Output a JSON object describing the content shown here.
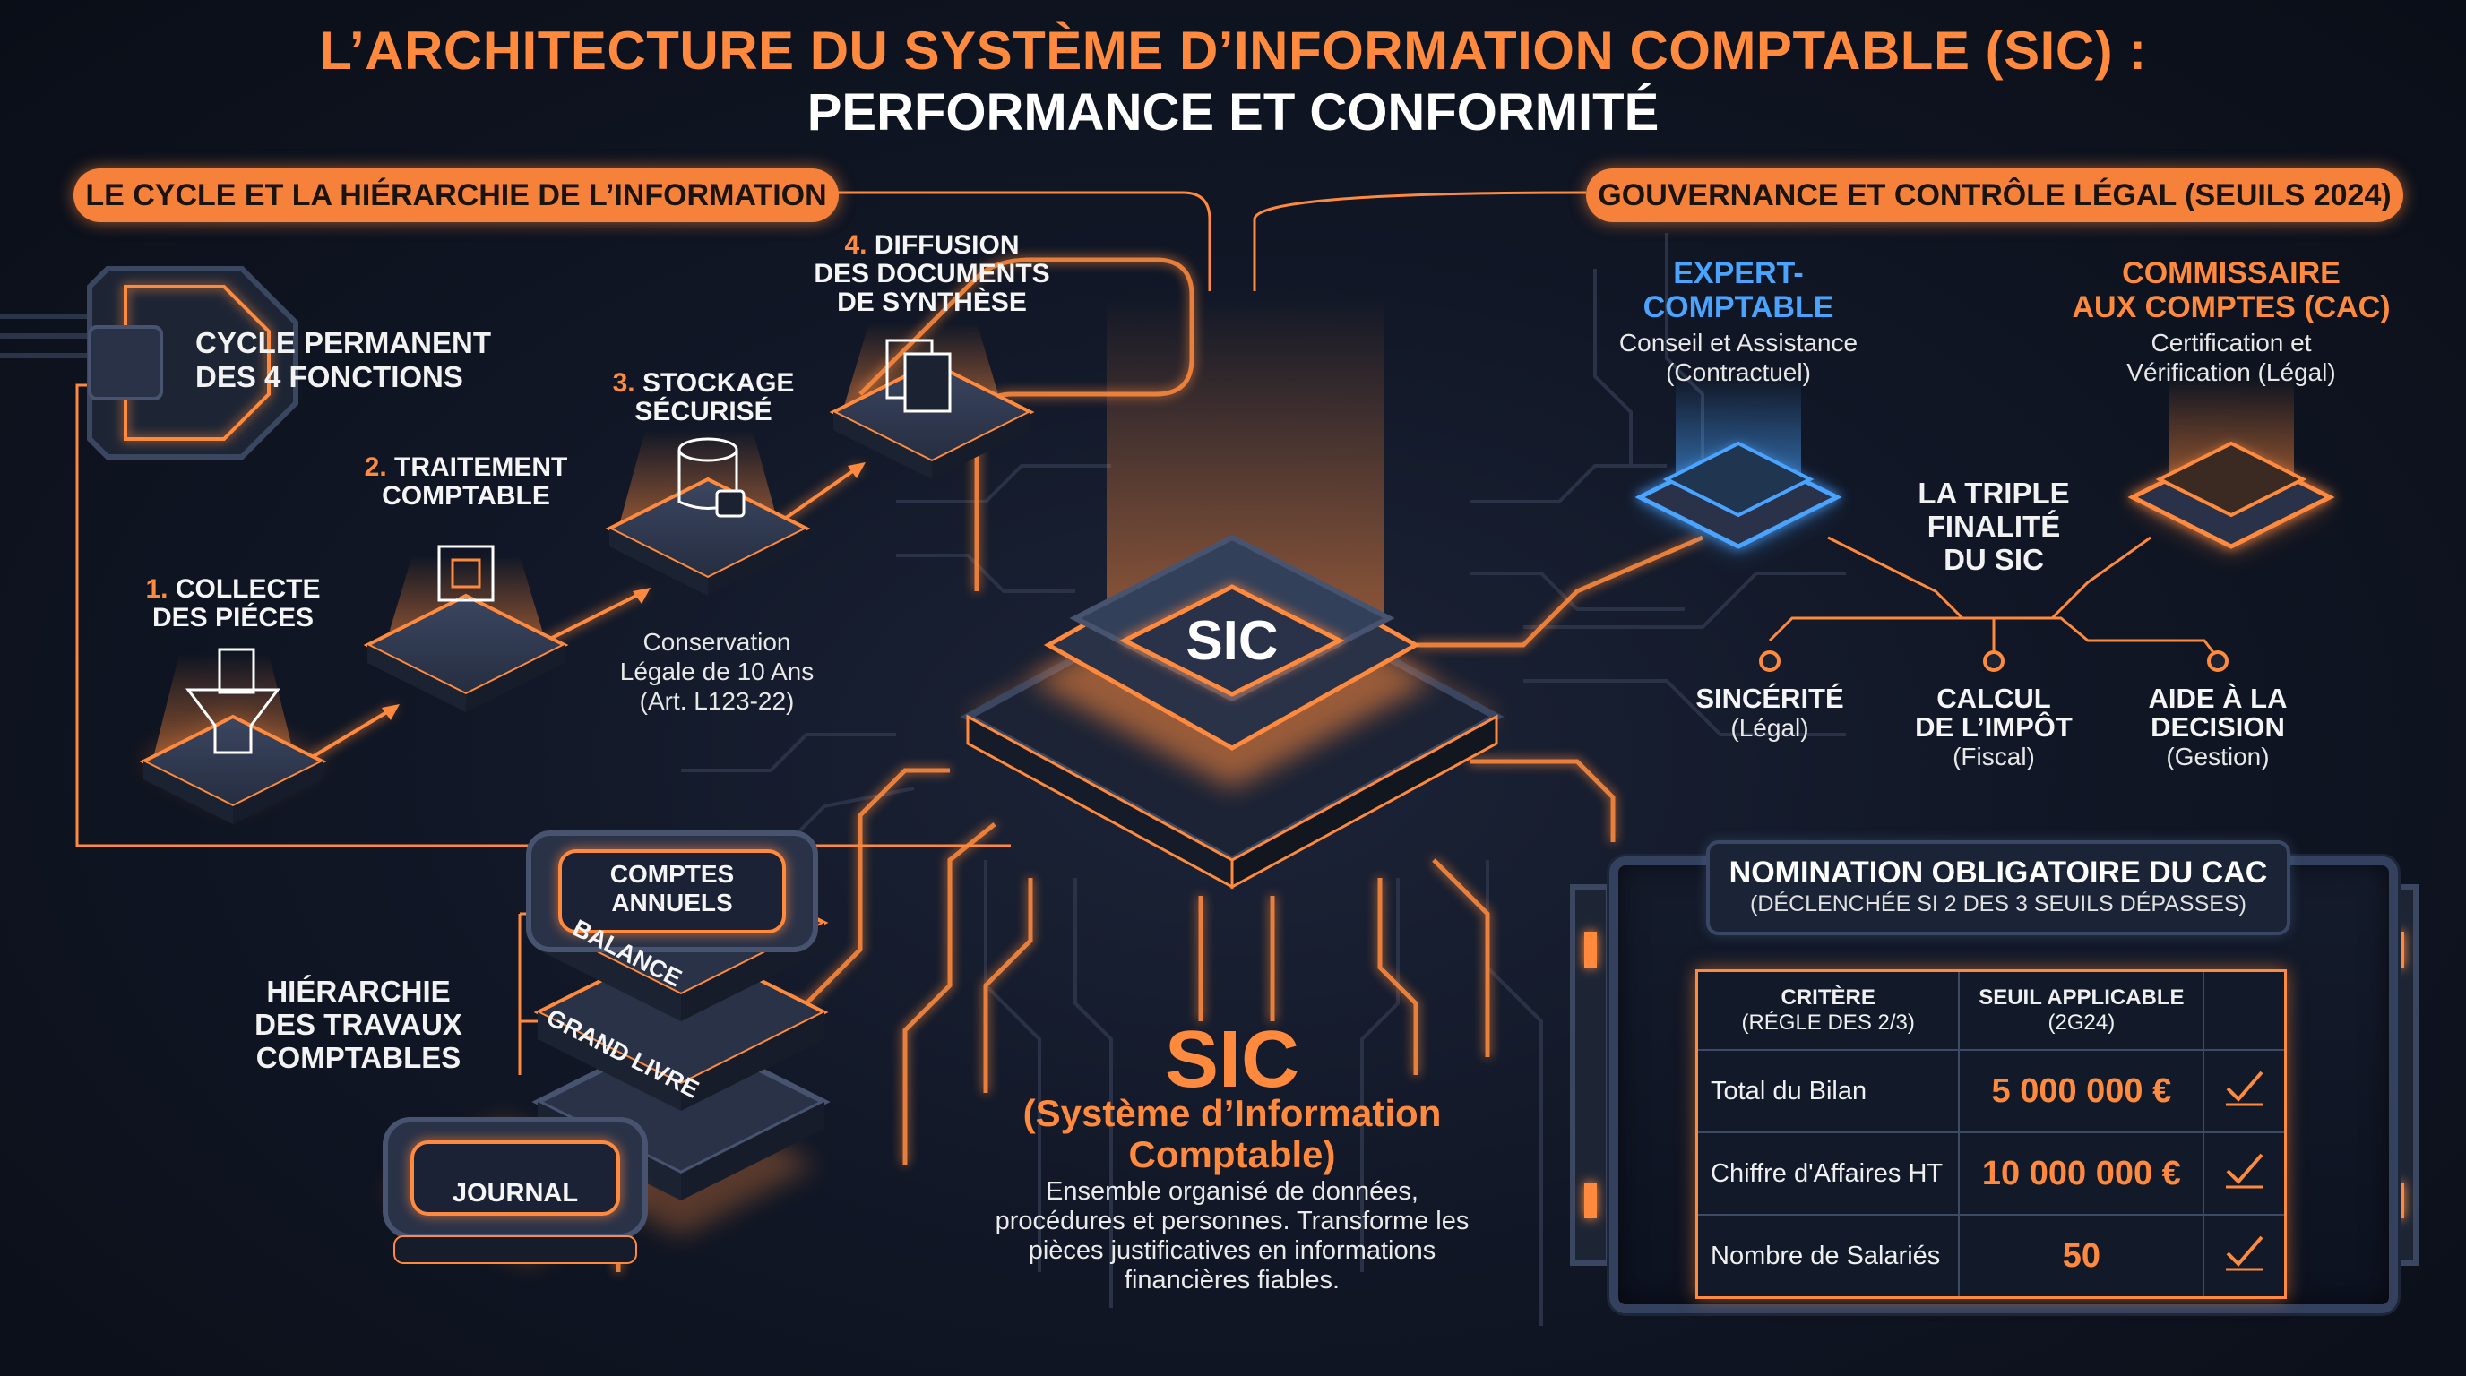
{
  "header": {
    "title_line1": "L’ARCHITECTURE DU SYSTÈME D’INFORMATION COMPTABLE (SIC) :",
    "title_line2": "PERFORMANCE ET CONFORMITÉ"
  },
  "left_banner": "LE CYCLE ET LA HIÉRARCHIE DE L’INFORMATION",
  "right_banner": "GOUVERNANCE ET CONTRÔLE LÉGAL (SEUILS 2024)",
  "cycle": {
    "label_line1": "CYCLE PERMANENT",
    "label_line2": "DES 4 FONCTIONS",
    "steps": [
      {
        "num": "1.",
        "line1": "COLLECTE",
        "line2": "DES PIÉCES"
      },
      {
        "num": "2.",
        "line1": "TRAITEMENT",
        "line2": "COMPTABLE"
      },
      {
        "num": "3.",
        "line1": "STOCKAGE",
        "line2": "SÉCURISÉ"
      },
      {
        "num": "4.",
        "line1": "DIFFUSION",
        "line2": "DES DOCUMENTS",
        "line3": "DE SYNTHÈSE"
      }
    ],
    "storage_note": [
      "Conservation",
      "Légale de 10 Ans",
      "(Art. L123-22)"
    ]
  },
  "hierarchy": {
    "label": [
      "HIÉRARCHIE",
      "DES TRAVAUX",
      "COMPTABLES"
    ],
    "layers": {
      "top": [
        "COMPTES",
        "ANNUELS"
      ],
      "balance": "BALANCE",
      "grand_livre": "GRAND LIVRE",
      "journal": "JOURNAL"
    }
  },
  "center": {
    "chip_label": "SIC",
    "big_label": "SIC",
    "full_line1": "(Système d’Information",
    "full_line2": "Comptable)",
    "desc": [
      "Ensemble organisé de données,",
      "procédures et personnes. Transforme les",
      "pièces justificatives en informations",
      "financières fiables."
    ]
  },
  "governance": {
    "expert": {
      "title": [
        "EXPERT-",
        "COMPTABLE"
      ],
      "sub": [
        "Conseil et Assistance",
        "(Contractuel)"
      ],
      "color": "#4aa3ff"
    },
    "cac": {
      "title": [
        "COMMISSAIRE",
        "AUX COMPTES (CAC)"
      ],
      "sub": [
        "Certification et",
        "Vérification (Légal)"
      ],
      "color": "#ff8a3d"
    },
    "triple": [
      "LA TRIPLE",
      "FINALITÉ",
      "DU SIC"
    ],
    "finalities": [
      {
        "title": [
          "SINCÉRITÉ"
        ],
        "sub": "(Légal)"
      },
      {
        "title": [
          "CALCUL",
          "DE L’IMPÔT"
        ],
        "sub": "(Fiscal)"
      },
      {
        "title": [
          "AIDE À LA",
          "DECISION"
        ],
        "sub": "(Gestion)"
      }
    ]
  },
  "nomination": {
    "title": "NOMINATION OBLIGATOIRE DU CAC",
    "subtitle": "(DÉCLENCHÉE SI 2 DES 3 SEUILS DÉPASSES)",
    "col1_line1": "CRITÈRE",
    "col1_line2": "(RÉGLE DES 2/3)",
    "col2_line1": "SEUIL APPLICABLE",
    "col2_line2": "(2G24)",
    "rows": [
      {
        "criterion": "Total du Bilan",
        "threshold": "5 000 000 €"
      },
      {
        "criterion": "Chiffre d'Affaires HT",
        "threshold": "10 000 000 €"
      },
      {
        "criterion": "Nombre de Salariés",
        "threshold": "50"
      }
    ]
  },
  "colors": {
    "accent": "#ff8a3d",
    "blue": "#4aa3ff",
    "background": "#111726"
  }
}
